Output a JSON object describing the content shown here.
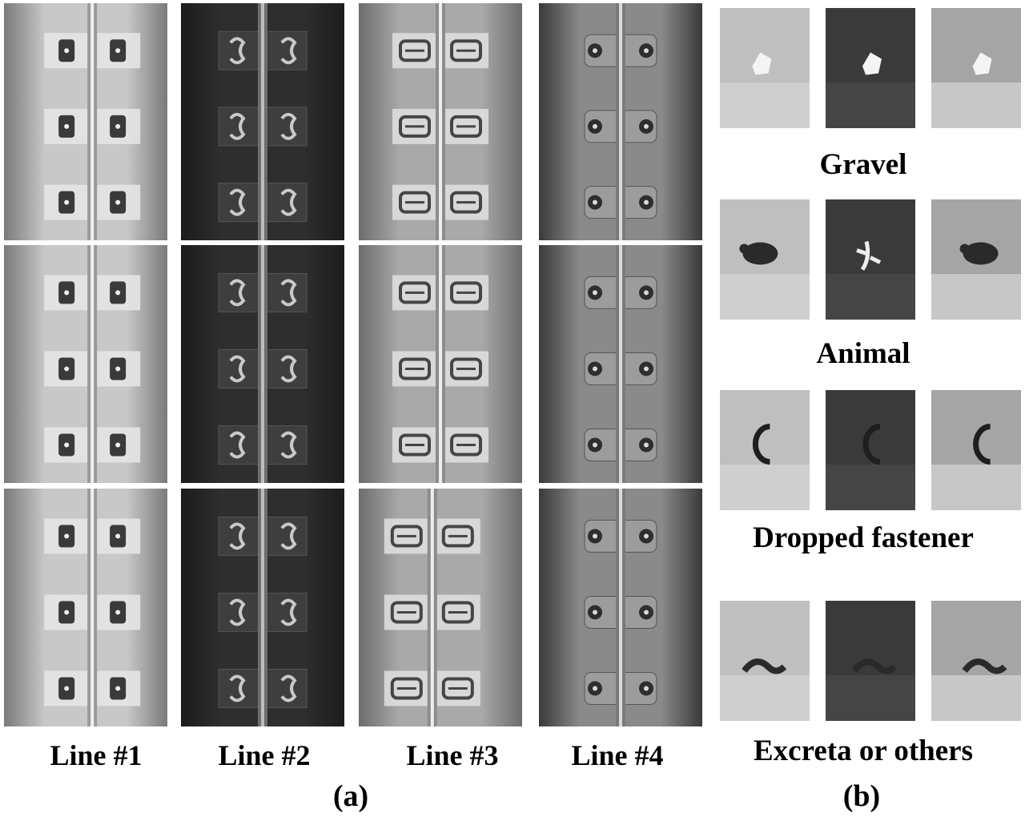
{
  "panel_a": {
    "label": "(a)",
    "columns": [
      {
        "label": "Line #1",
        "tone": "light",
        "style": "plate"
      },
      {
        "label": "Line #2",
        "tone": "dark",
        "style": "clip"
      },
      {
        "label": "Line #3",
        "tone": "medium",
        "style": "ebar"
      },
      {
        "label": "Line #4",
        "tone": "gray",
        "style": "bolt"
      }
    ]
  },
  "panel_b": {
    "label": "(b)",
    "categories": [
      {
        "label": "Gravel",
        "object": "gravel"
      },
      {
        "label": "Animal",
        "object": "animal"
      },
      {
        "label": "Dropped fastener",
        "object": "fastener"
      },
      {
        "label": "Excreta or others",
        "object": "excreta"
      }
    ]
  }
}
